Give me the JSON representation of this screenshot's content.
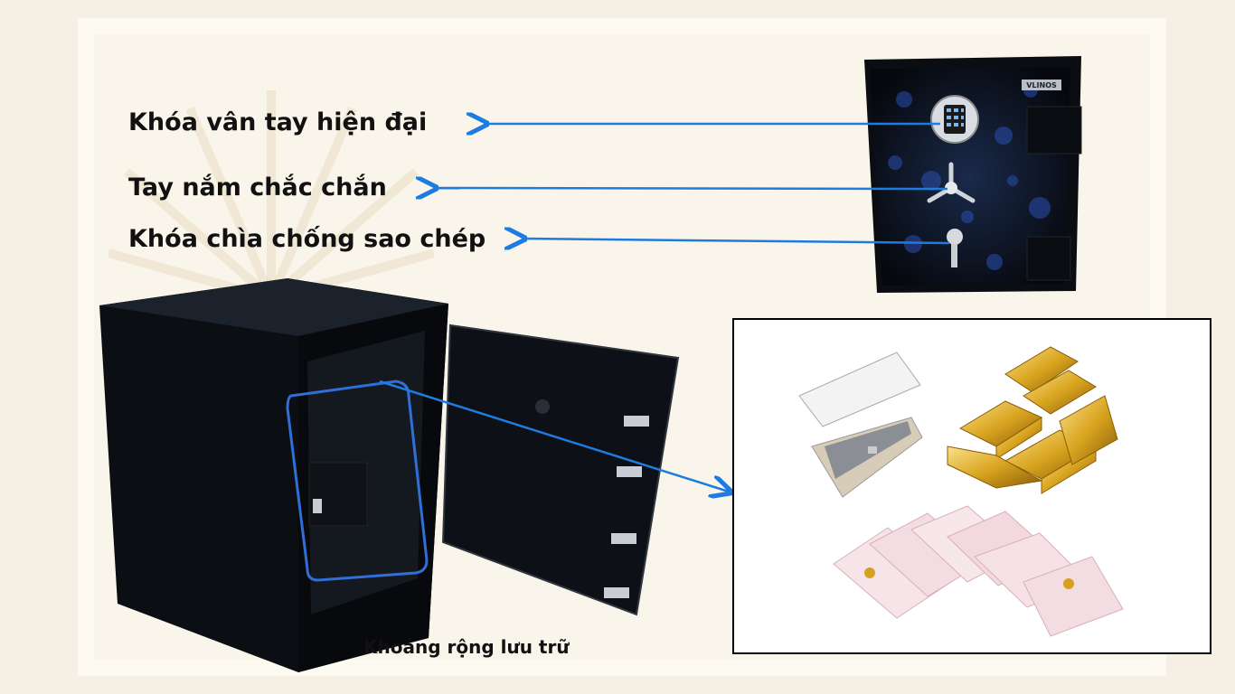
{
  "features": {
    "fingerprint_lock": "Khóa vân tay hiện đại",
    "handle": "Tay nắm chắc chắn",
    "key_lock": "Khóa chìa chống sao chép"
  },
  "storage_caption": "Khoảng rộng lưu trữ",
  "brand_plate": "VLINOS",
  "colors": {
    "arrow": "#1e7be0",
    "highlight": "#2f6fd6",
    "safe_body": "#0c0f14",
    "gold": "#d9a520"
  }
}
